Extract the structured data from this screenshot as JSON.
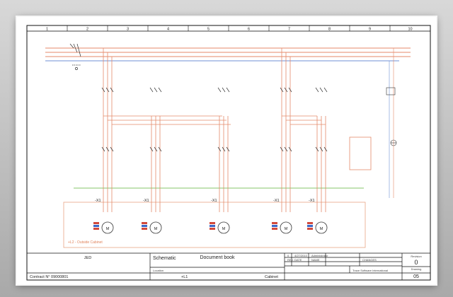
{
  "column_numbers": [
    "1",
    "2",
    "3",
    "4",
    "5",
    "6",
    "7",
    "8",
    "9",
    "10"
  ],
  "cabinet_frame_label": "+L2 - Outside Cabinet",
  "terminal_labels": [
    "-X1",
    "-X1",
    "-X1",
    "-X1",
    "-X1"
  ],
  "title_block": {
    "company": "JED",
    "contract": "Contract N° 09000801",
    "drawing_type": "Schematic",
    "document_title": "Document book",
    "location_label": "Location",
    "location_value": "+L1",
    "cabinet": "Cabinet",
    "rev_label": "Revision",
    "rev_value": "0",
    "drawing_label": "Drawing",
    "drawing_value": "05",
    "rev_table_header": [
      "REV.",
      "DATE",
      "NAME",
      "CHANGES"
    ],
    "rev_row": [
      "0",
      "4/27/2010",
      "Administrator",
      ""
    ],
    "software": "Trace Software International"
  },
  "colors": {
    "frame_border": "#111111",
    "power_line": "#e58a6a",
    "ground_line": "#84c46a",
    "neutral_line": "#6f8fd6",
    "cabinet_box": "#e8a585"
  }
}
